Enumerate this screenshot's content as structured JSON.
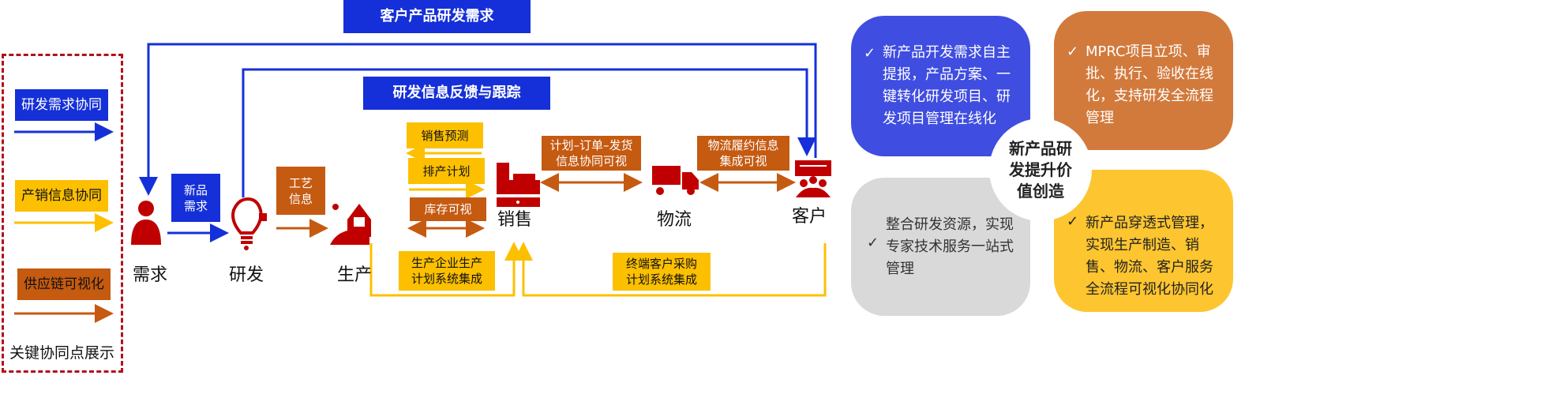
{
  "legend": {
    "items": [
      {
        "label": "研发需求协同",
        "color": "#1530d8"
      },
      {
        "label": "产销信息协同",
        "color": "#fcc000"
      },
      {
        "label": "供应链可视化",
        "color": "#c55a11"
      }
    ],
    "caption": "关键协同点展示"
  },
  "flow_titles": {
    "top": "客户产品研发需求",
    "second": "研发信息反馈与跟踪"
  },
  "nodes": {
    "demand": "需求",
    "rd": "研发",
    "production": "生产",
    "sales": "销售",
    "logistics": "物流",
    "customer": "客户"
  },
  "edge_labels": {
    "new_product_demand": "新品\n需求",
    "process_info": "工艺\n信息",
    "sales_forecast": "销售预测",
    "scheduling_plan": "排产计划",
    "inventory_visible": "库存可视",
    "plan_order_ship": "计划–订单–发货\n信息协同可视",
    "logistics_fulfillment": "物流履约信息\n集成可视",
    "producer_plan_integration": "生产企业生产\n计划系统集成",
    "end_customer_procurement": "终端客户采购\n计划系统集成"
  },
  "value_panels": {
    "center": "新产品研\n发提升价\n值创造",
    "check_icon": "✓",
    "items": [
      {
        "text": "新产品开发需求自主提报，产品方案、一键转化研发项目、研发项目管理在线化",
        "color": "#3f4de0"
      },
      {
        "text": "MPRC项目立项、审批、执行、验收在线化，支持研发全流程管理",
        "color": "#d27a3c"
      },
      {
        "text": "整合研发资源，实现专家技术服务一站式管理",
        "color": "#d9d9d9"
      },
      {
        "text": "新产品穿透式管理，实现生产制造、销售、物流、客户服务全流程可视化协同化",
        "color": "#fdc52f"
      }
    ]
  },
  "colors": {
    "icon_red": "#c00000",
    "blue": "#1530d8",
    "yellow": "#fcc000",
    "orange": "#c55a11"
  }
}
